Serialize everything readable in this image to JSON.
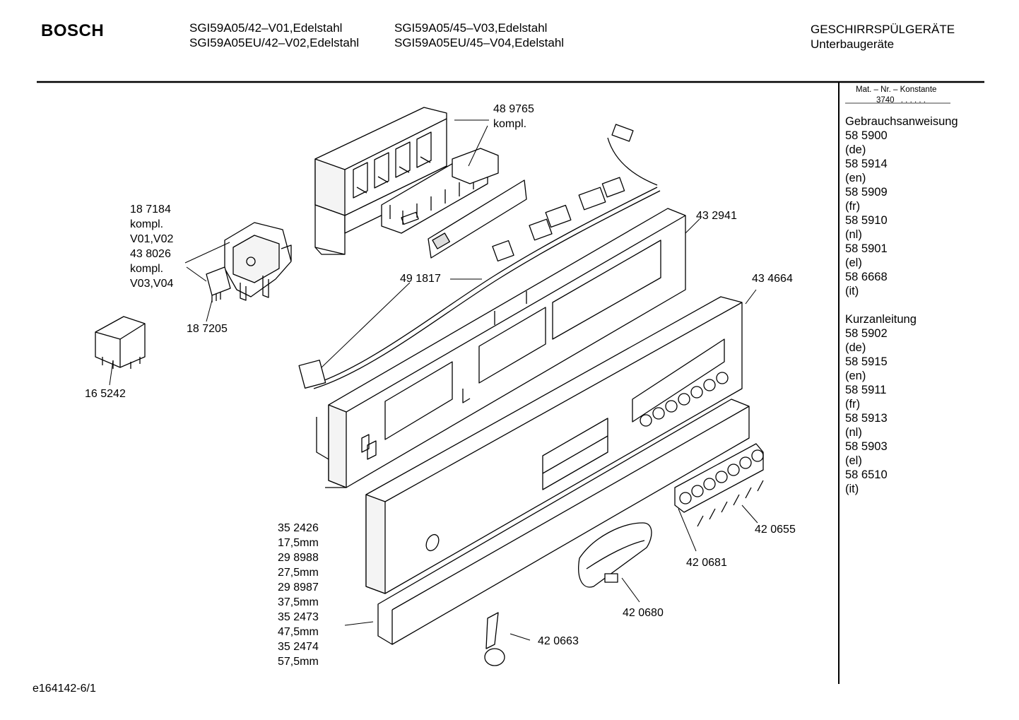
{
  "header": {
    "brand": "BOSCH",
    "models": [
      "SGI59A05/42–V01,Edelstahl",
      "SGI59A05EU/42–V02,Edelstahl",
      "SGI59A05/45–V03,Edelstahl",
      "SGI59A05EU/45–V04,Edelstahl"
    ],
    "category": "GESCHIRRSPÜLGERÄTE",
    "subcategory": "Unterbaugeräte"
  },
  "sidebar": {
    "mat_label": "Mat. – Nr. – Konstante",
    "mat_value": "3740",
    "mat_dots": ". . . . . .",
    "manuals_title": "Gebrauchsanweisung",
    "manuals": [
      {
        "number": "58 5900",
        "lang": "(de)"
      },
      {
        "number": "58 5914",
        "lang": "(en)"
      },
      {
        "number": "58 5909",
        "lang": "(fr)"
      },
      {
        "number": "58 5910",
        "lang": "(nl)"
      },
      {
        "number": "58 5901",
        "lang": "(el)"
      },
      {
        "number": "58 6668",
        "lang": "(it)"
      }
    ],
    "short_title": "Kurzanleitung",
    "short": [
      {
        "number": "58 5902",
        "lang": "(de)"
      },
      {
        "number": "58 5915",
        "lang": "(en)"
      },
      {
        "number": "58 5911",
        "lang": "(fr)"
      },
      {
        "number": "58 5913",
        "lang": "(nl)"
      },
      {
        "number": "58 5903",
        "lang": "(el)"
      },
      {
        "number": "58 6510",
        "lang": "(it)"
      }
    ]
  },
  "parts": {
    "p489765": [
      "48 9765",
      "kompl."
    ],
    "p187184": [
      "18 7184",
      "kompl.",
      "V01,V02",
      "43 8026",
      "kompl.",
      "V03,V04"
    ],
    "p187205": "18 7205",
    "p165242": "16 5242",
    "p491817": "49 1817",
    "p432941": "43 2941",
    "p434664": "43 4664",
    "p352426": [
      "35 2426",
      "17,5mm",
      "29 8988",
      "27,5mm",
      "29 8987",
      "37,5mm",
      "35 2473",
      "47,5mm",
      "35 2474",
      "57,5mm"
    ],
    "p420655": "42 0655",
    "p420681": "42 0681",
    "p420680": "42 0680",
    "p420663": "42 0663"
  },
  "footer": {
    "drawing_id": "e164142-6/1"
  }
}
